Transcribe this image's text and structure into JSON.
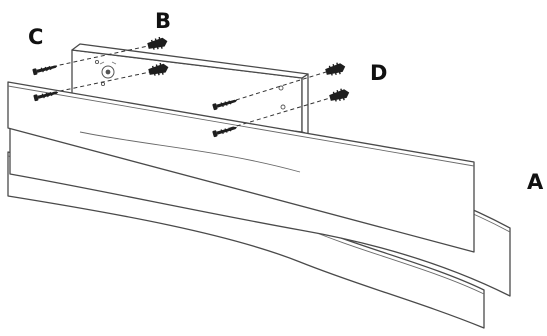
{
  "labels": {
    "a": "A",
    "b": "B",
    "c": "C",
    "d": "D"
  },
  "parts": {
    "shelf_planks": "plank-icon",
    "wall_anchors": "wall-plug-icon",
    "screws": "screw-icon",
    "mounting_bracket": "bracket-icon",
    "level_bubble": "level-icon"
  },
  "colors": {
    "line": "#4a4a4a",
    "hardware": "#1e1e1e",
    "background": "#ffffff"
  }
}
